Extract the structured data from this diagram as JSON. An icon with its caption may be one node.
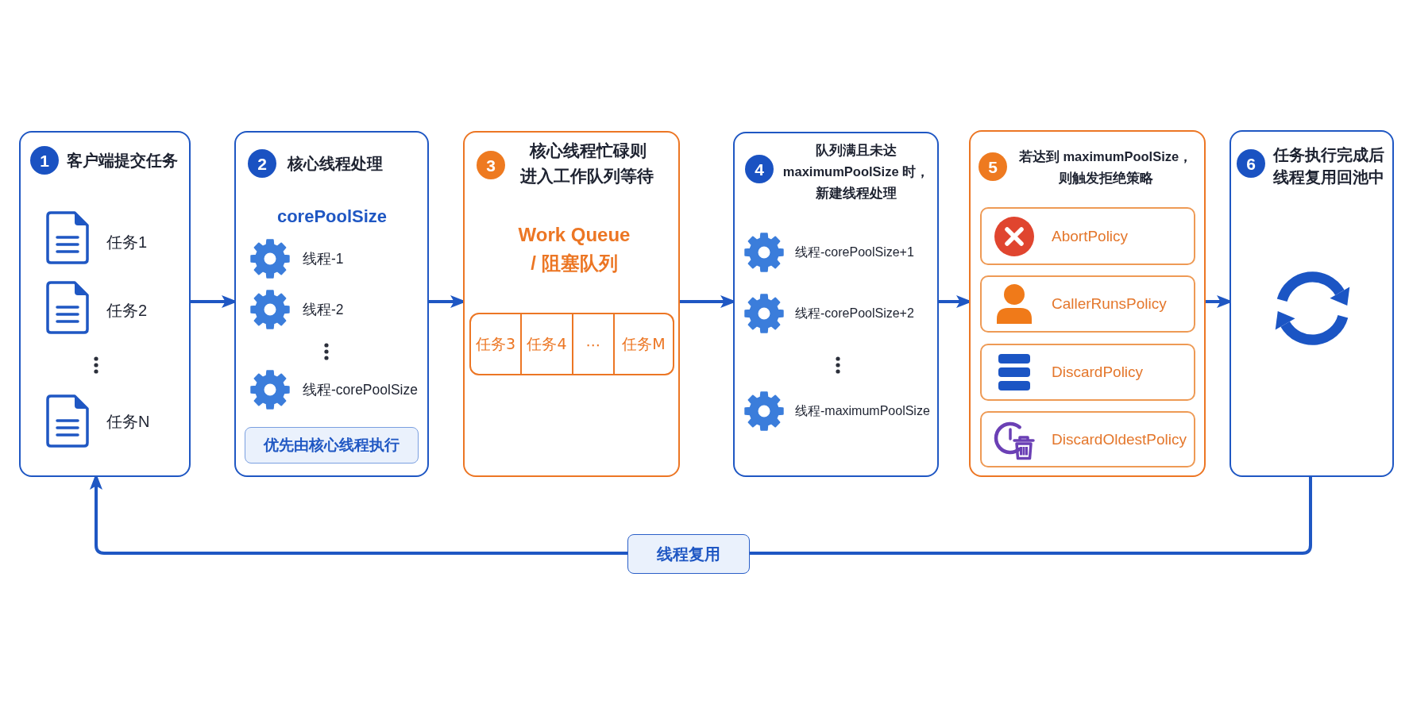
{
  "diagram": {
    "nodes": [
      {
        "text": [
          "客户端提交任务",
          "任务1",
          "任务2",
          "任务N"
        ]
      },
      {
        "text": [
          "1"
        ],
        "in": 0
      },
      {
        "text": [
          "核心线程处理",
          "corePoolSize",
          "线程-1",
          "线程-2",
          "线程-corePoolSize"
        ]
      },
      {
        "text": [
          "2"
        ],
        "in": 2
      },
      {
        "text": [
          "优先由核心线程执行"
        ],
        "in": 2
      },
      {
        "text": [
          "核心线程忙碌则进入工作队列等待",
          "Work Queue / 阻塞队列"
        ]
      },
      {
        "text": [
          "3"
        ],
        "in": 5
      },
      {
        "text": [
          "任务3"
        ],
        "in": 5
      },
      {
        "text": [
          "任务4"
        ],
        "in": 5
      },
      {
        "text": [
          "⋯"
        ],
        "in": 5
      },
      {
        "text": [
          "任务M"
        ],
        "in": 5
      },
      {
        "text": [
          "队列满且未达 maximumPoolSize 时，新建线程处理",
          "线程-corePoolSize+1",
          "线程-corePoolSize+2",
          "线程-maximumPoolSize"
        ]
      },
      {
        "text": [
          "4"
        ],
        "in": 11
      },
      {
        "text": [
          "若达到 maximumPoolSize，则触发拒绝策略"
        ]
      },
      {
        "text": [
          "5"
        ],
        "in": 13
      },
      {
        "text": [
          "AbortPolicy"
        ],
        "in": 13
      },
      {
        "text": [
          "CallerRunsPolicy"
        ],
        "in": 13
      },
      {
        "text": [
          "DiscardPolicy"
        ],
        "in": 13
      },
      {
        "text": [
          "DiscardOldestPolicy"
        ],
        "in": 13
      },
      {
        "text": [
          "任务执行完成后线程复用回池中"
        ]
      },
      {
        "text": [
          "6"
        ],
        "in": 19
      }
    ],
    "edges": [
      {
        "from": 0,
        "to": 2,
        "arrow": "to"
      },
      {
        "from": 2,
        "to": 5,
        "arrow": "to"
      },
      {
        "from": 5,
        "to": 11,
        "arrow": "to"
      },
      {
        "from": 11,
        "to": 13,
        "arrow": "to"
      },
      {
        "from": 13,
        "to": 19,
        "arrow": "to"
      },
      {
        "from": 19,
        "to": 0,
        "arrow": "to",
        "label": "线程复用"
      }
    ]
  }
}
